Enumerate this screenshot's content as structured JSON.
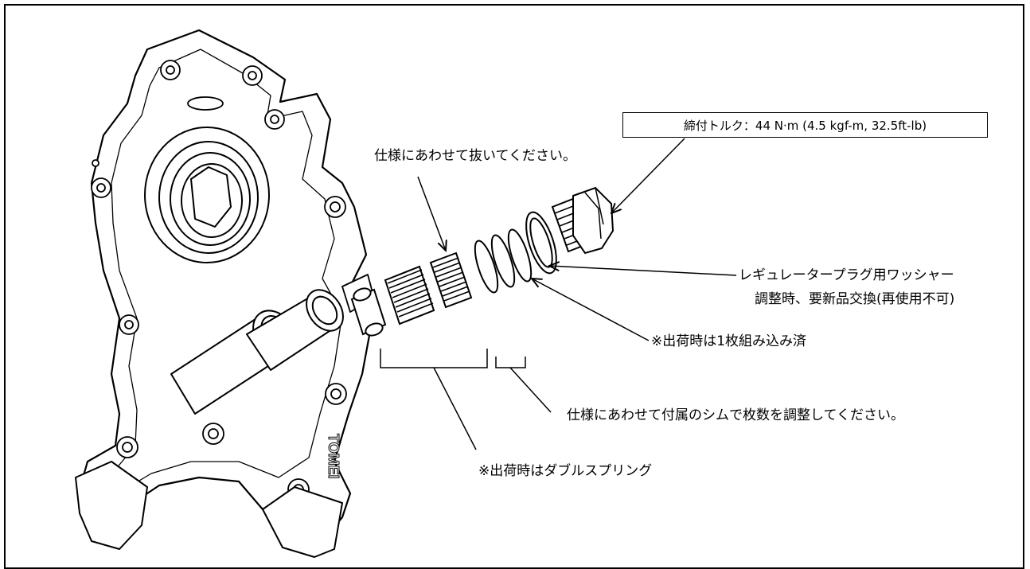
{
  "diagram": {
    "torque_label": "締付トルク：44 N·m (4.5 kgf-m, 32.5ft-lb)",
    "remove_as_needed": "仕様にあわせて抜いてください。",
    "washer_label_line1": "レギュレータープラグ用ワッシャー",
    "washer_label_line2": "調整時、要新品交換(再使用不可)",
    "shim_preinstalled": "※出荷時は1枚組み込み済",
    "shim_adjust": "仕様にあわせて付属のシムで枚数を調整してください。",
    "double_spring": "※出荷時はダブルスプリング",
    "embossed_logo": "TOMEI"
  }
}
